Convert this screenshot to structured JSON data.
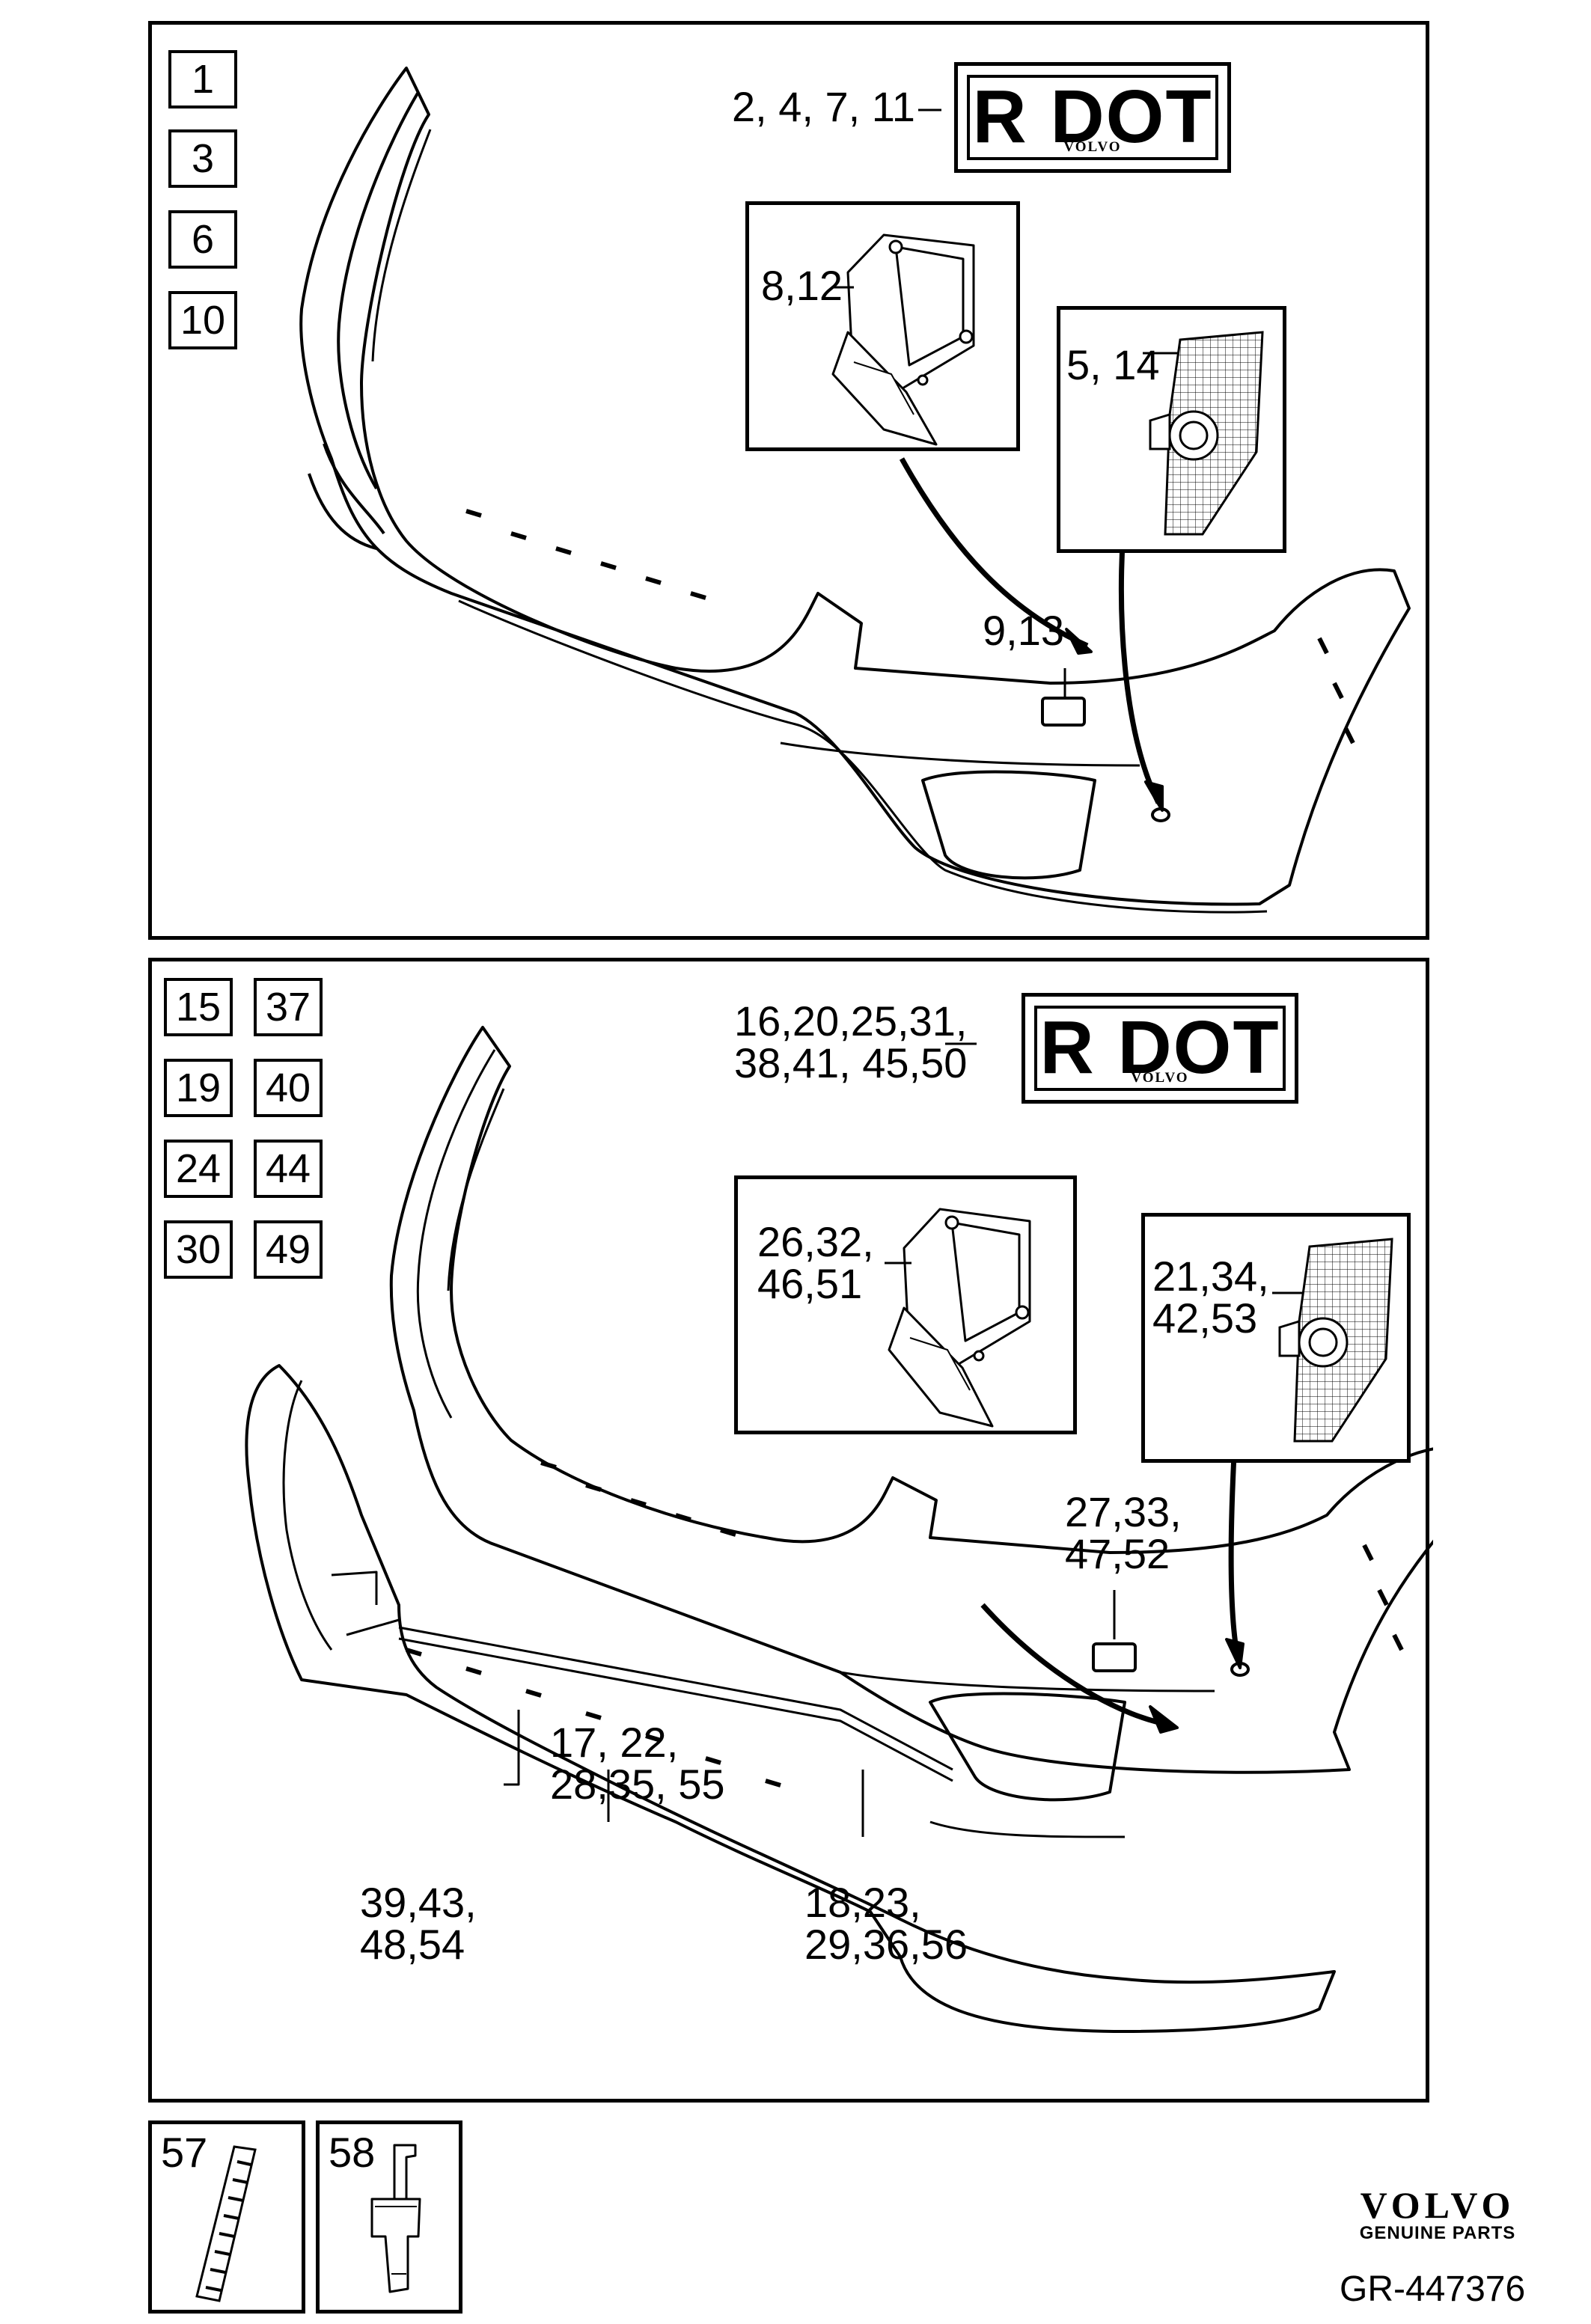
{
  "panel1": {
    "item_boxes": [
      "1",
      "3",
      "6",
      "10"
    ],
    "label_kit": "2, 4, 7, 11",
    "badge_main": "R DOT",
    "badge_sub": "VOLVO",
    "label_mount": "8,12",
    "label_sensor": "5, 14",
    "label_cover": "9,13"
  },
  "panel2": {
    "item_boxes_left": [
      "15",
      "19",
      "24",
      "30"
    ],
    "item_boxes_right": [
      "37",
      "40",
      "44",
      "49"
    ],
    "label_kit": "16,20,25,31,\n38,41, 45,50",
    "badge_main": "R DOT",
    "badge_sub": "VOLVO",
    "label_mount": "26,32,\n46,51",
    "label_sensor": "21,34,\n42,53",
    "label_cover": "27,33,\n47,52",
    "label_strip": "17, 22,\n28,35, 55",
    "label_lower_left": "39,43,\n48,54",
    "label_lower_right": "18,23,\n29,36,56"
  },
  "panel3": {
    "label_tape": "57",
    "label_clip": "58"
  },
  "brand": {
    "name": "VOLVO",
    "sub": "GENUINE PARTS"
  },
  "reference": "GR-447376"
}
